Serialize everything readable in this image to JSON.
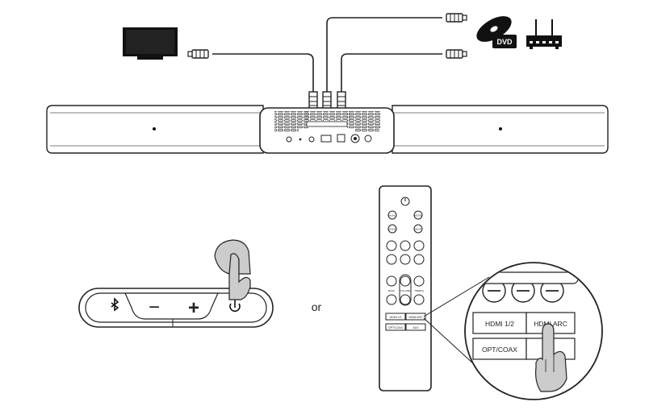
{
  "devices": {
    "dvd_label": "DVD"
  },
  "connector": {
    "word": "or"
  },
  "panel": {
    "minus_symbol": "−",
    "plus_symbol": "+"
  },
  "remote": {
    "top_row": [
      "MUSIC",
      "MOVIE"
    ],
    "second_row": [
      "VOICE",
      "NIGHT"
    ],
    "volume_label": "VOLUME",
    "bass_label": "BASS",
    "treble_label": "TREBLE",
    "source_buttons": [
      "HDMI 1/2",
      "HDMI ARC",
      "OPT/COAX",
      "AUX"
    ]
  },
  "zoom": {
    "hdmi12": "HDMI 1/2",
    "hdmiarc": "HDMI ARC",
    "optcoax": "OPT/COAX"
  }
}
